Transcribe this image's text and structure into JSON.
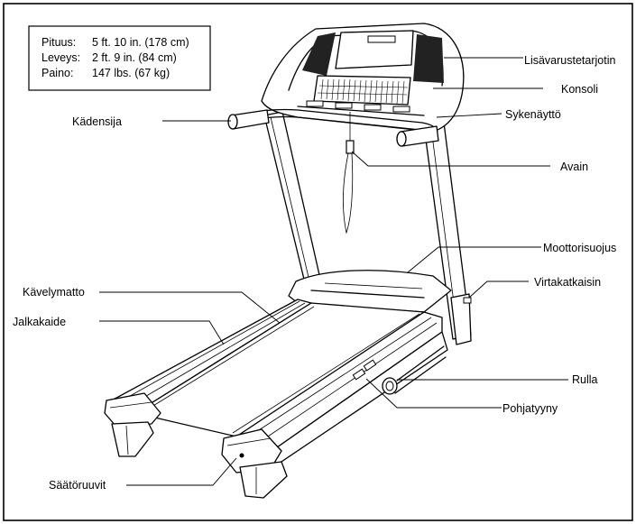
{
  "specs": [
    {
      "label": "Pituus:",
      "value": "5 ft. 10 in. (178 cm)"
    },
    {
      "label": "Leveys:",
      "value": "2 ft. 9 in. (84 cm)"
    },
    {
      "label": "Paino:",
      "value": "147 lbs. (67 kg)"
    }
  ],
  "labels": {
    "accessory_tray": "Lisävarustetarjotin",
    "console": "Konsoli",
    "handrail": "Kädensija",
    "pulse_sensor": "Sykenäyttö",
    "key": "Avain",
    "motor_hood": "Moottorisuojus",
    "power_switch": "Virtakatkaisin",
    "walking_belt": "Kävelymatto",
    "foot_rail": "Jalkakaide",
    "roller": "Rulla",
    "base_pad": "Pohjatyyny",
    "leveling_feet": "Säätöruuvit"
  }
}
